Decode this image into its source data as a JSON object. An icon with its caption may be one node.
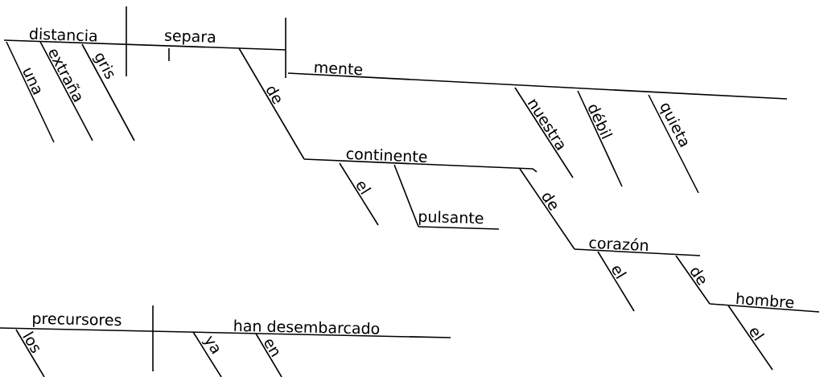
{
  "diagram": {
    "labels": [
      "distancia",
      "separa",
      "una",
      "extraña",
      "gris",
      "mente",
      "de",
      "nuestra",
      "débil",
      "quieta",
      "continente",
      "el",
      "pulsante",
      "de",
      "corazón",
      "el",
      "de",
      "hombre",
      "el",
      "precursores",
      "han desembarcado",
      "los",
      "ya",
      "en"
    ]
  }
}
